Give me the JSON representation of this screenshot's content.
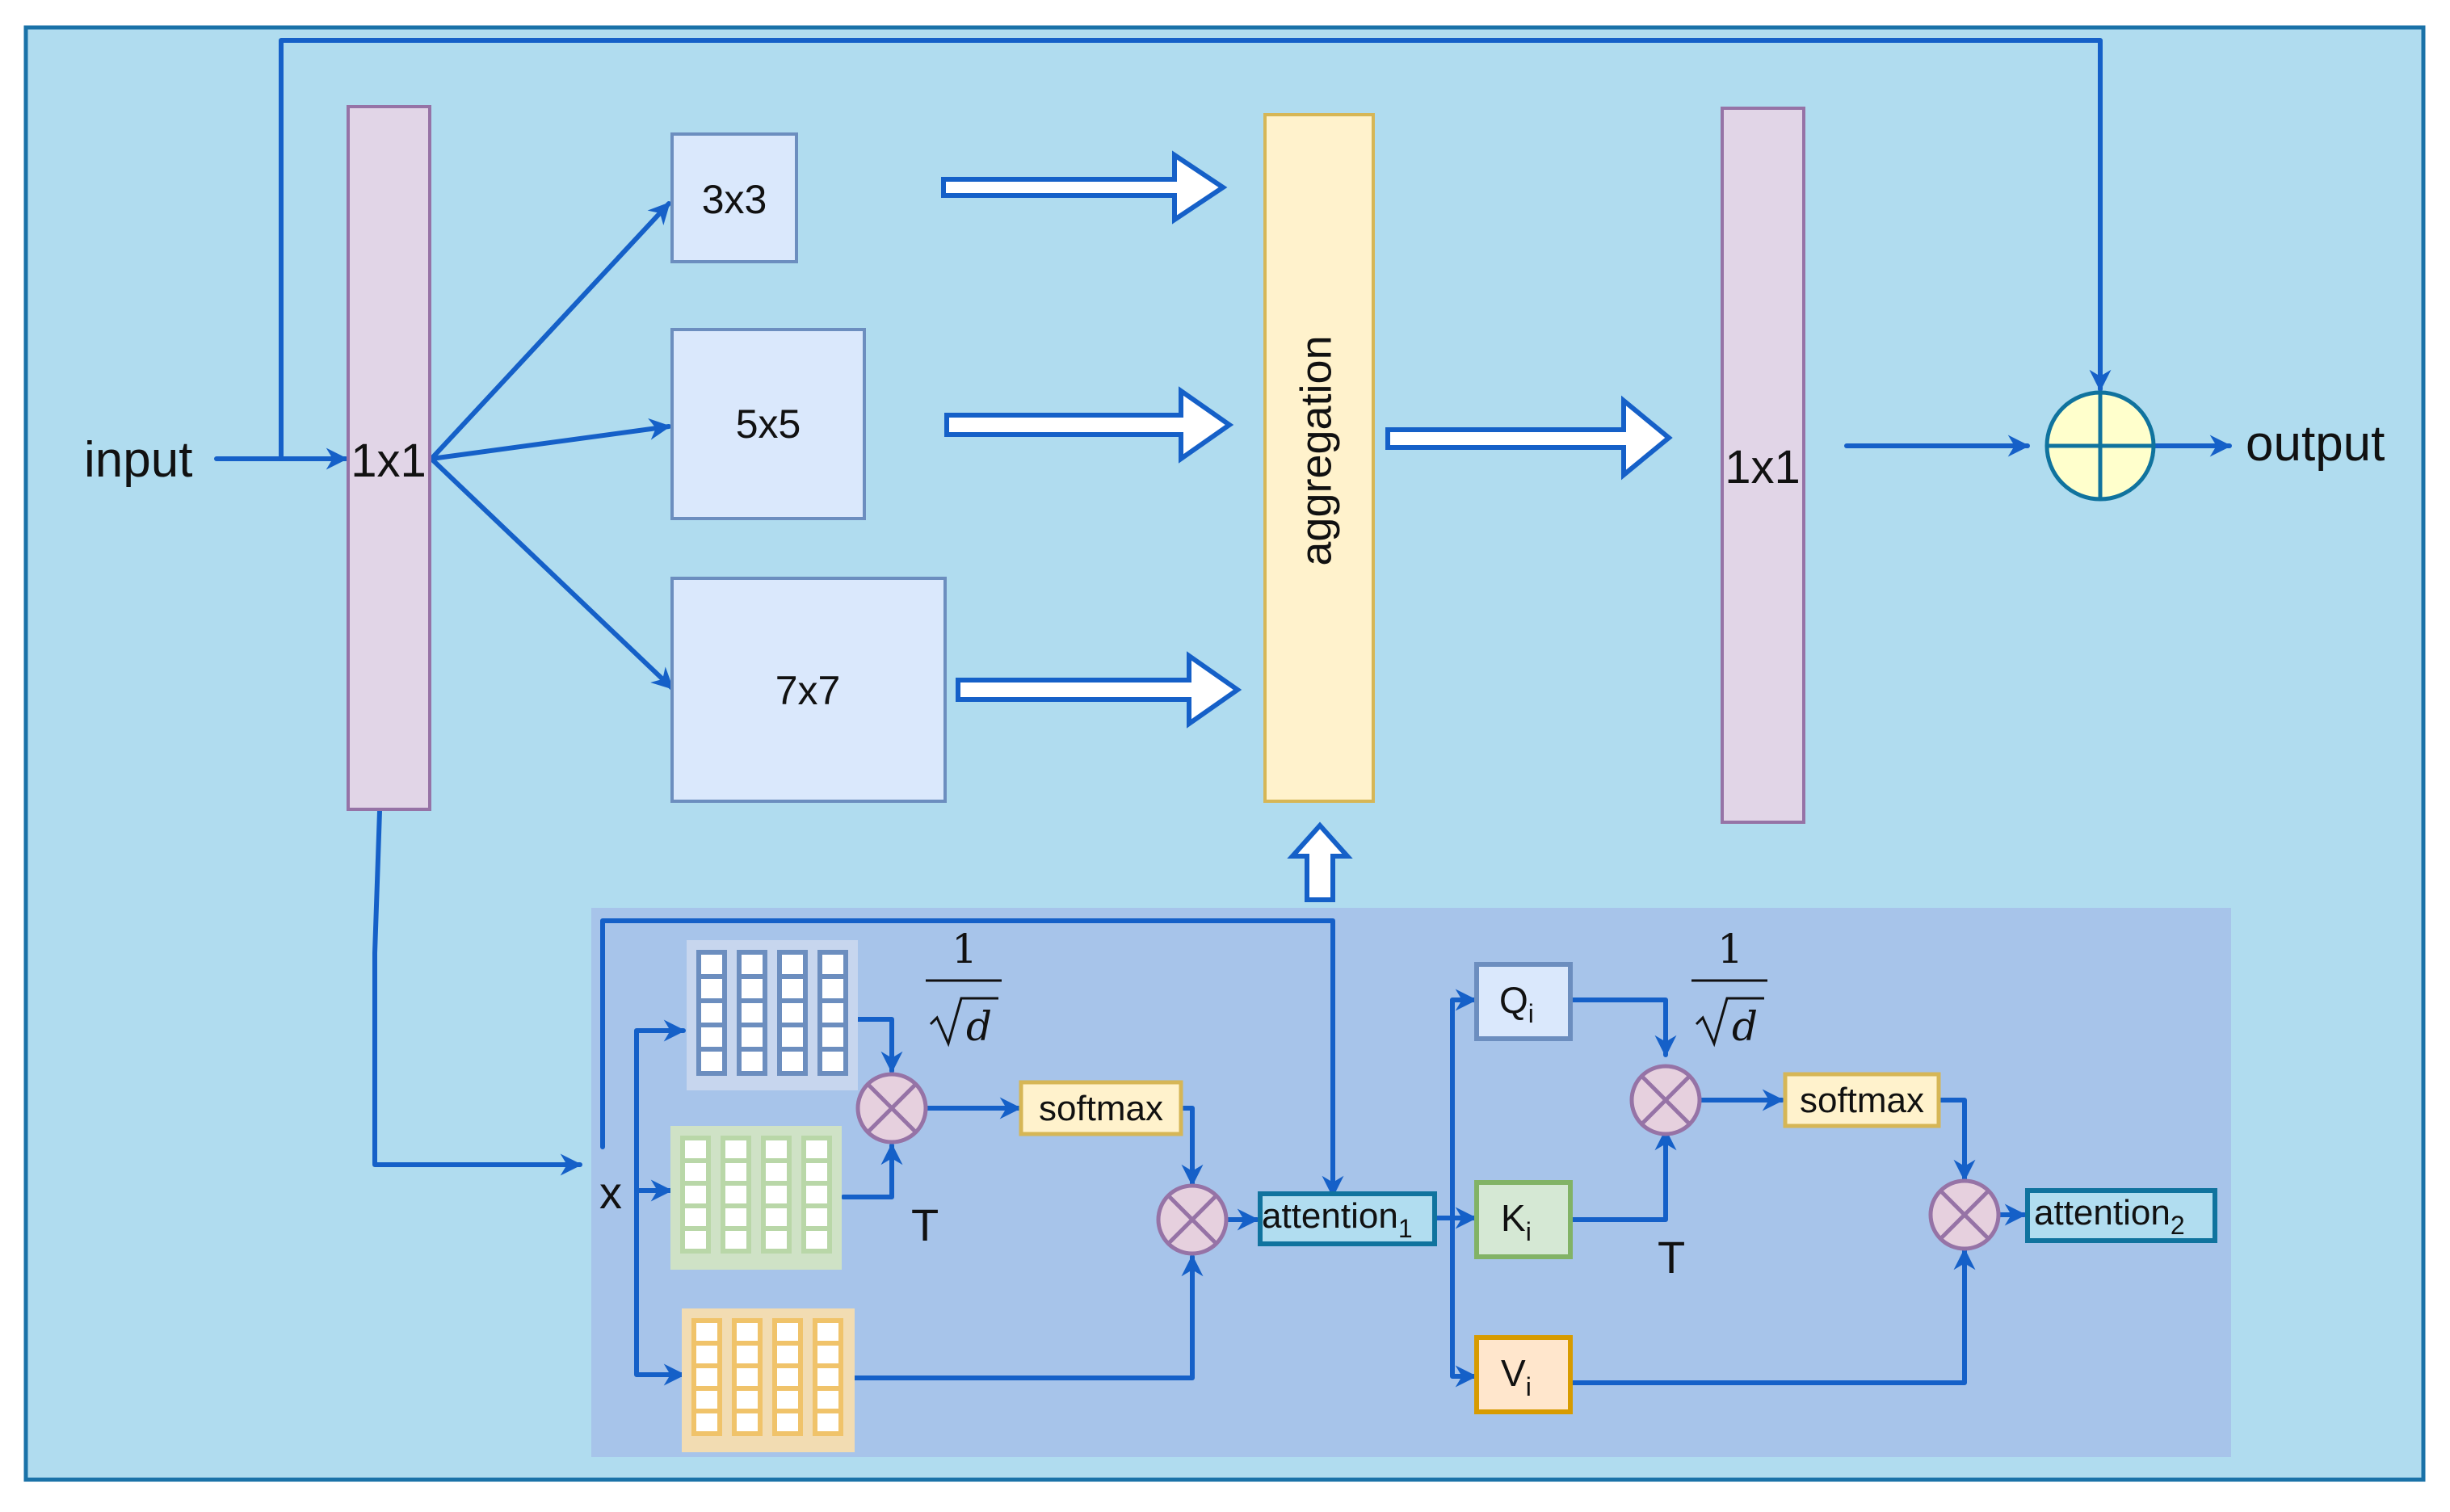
{
  "labels": {
    "input": "input",
    "output": "output",
    "conv_in": "1x1",
    "conv_out": "1x1",
    "conv3": "3x3",
    "conv5": "5x5",
    "conv7": "7x7",
    "aggregation": "aggregation",
    "x": "x",
    "transpose_1": "T",
    "transpose_2": "T",
    "scale_num_1": "1",
    "scale_den_1": "d",
    "scale_num_2": "1",
    "scale_den_2": "d",
    "softmax_1": "softmax",
    "softmax_2": "softmax",
    "attention_1": "attention",
    "attention_1_sub": "1",
    "attention_2": "attention",
    "attention_2_sub": "2",
    "q": "Q",
    "q_sub": "i",
    "k": "K",
    "k_sub": "i",
    "v": "V",
    "v_sub": "i"
  },
  "colors": {
    "background": "#b0dcef",
    "frame": "#1a72a8",
    "attention_panel": "#a7c4ea",
    "connector": "#1560c8",
    "conv_bar_fill": "#e1d5e7",
    "conv_bar_border": "#9673a6",
    "kernel_fill": "#dae8fc",
    "kernel_border": "#6c8ebf",
    "aggregation_fill": "#fff2cc",
    "aggregation_border": "#d6b656",
    "softmax_fill": "#fff2cc",
    "softmax_border": "#d6b656",
    "attention_box_fill": "#b1ddf0",
    "attention_box_border": "#10739e",
    "q_fill": "#dae8fc",
    "q_border": "#6c8ebf",
    "k_fill": "#d5e8d4",
    "k_border": "#82b366",
    "v_fill": "#ffe6cc",
    "v_border": "#d79b00",
    "multiply_fill": "#e6d0de",
    "multiply_border": "#9673a6",
    "sum_fill": "#ffffcc",
    "sum_border": "#10739e",
    "matrix_blue_fill": "#6c8ebf",
    "matrix_green_fill": "#b9d7a8",
    "matrix_orange_fill": "#f0c36a"
  },
  "icons": {
    "multiply": "circle-times-icon",
    "sum": "circle-plus-icon",
    "matrix": "matrix-grid-icon"
  }
}
